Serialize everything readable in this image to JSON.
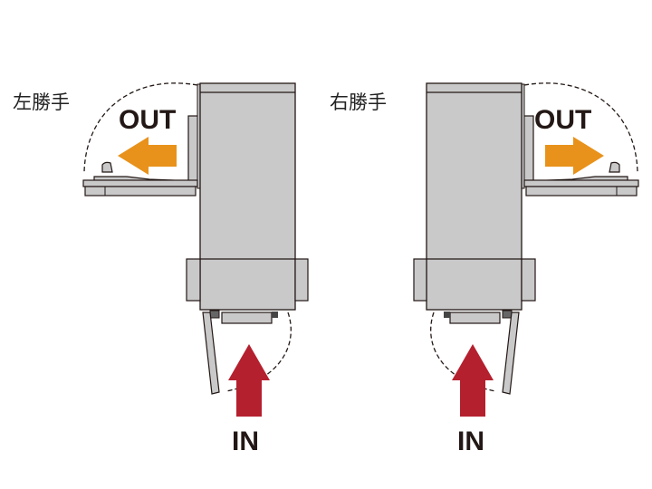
{
  "left": {
    "label": "左勝手",
    "out_label": "OUT",
    "in_label": "IN"
  },
  "right": {
    "label": "右勝手",
    "out_label": "OUT",
    "in_label": "IN"
  },
  "colors": {
    "body": "#c9c9ca",
    "outline": "#231815",
    "out_arrow": "#e8921b",
    "in_arrow": "#b5202e"
  }
}
